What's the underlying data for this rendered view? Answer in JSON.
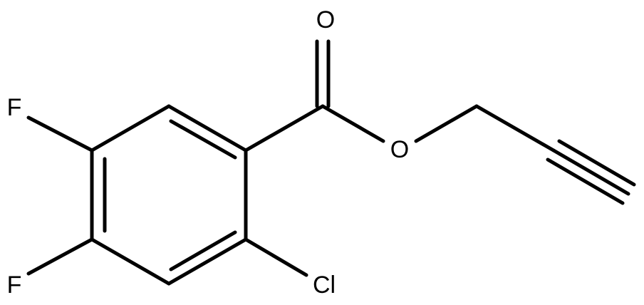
{
  "molecule": {
    "atoms": {
      "oxygen_carbonyl": "O",
      "oxygen_ester": "O",
      "fluorine_top": "F",
      "fluorine_bottom": "F",
      "chlorine": "Cl"
    },
    "colors": {
      "bond": "#000000",
      "text": "#000000",
      "background": "#ffffff"
    }
  }
}
